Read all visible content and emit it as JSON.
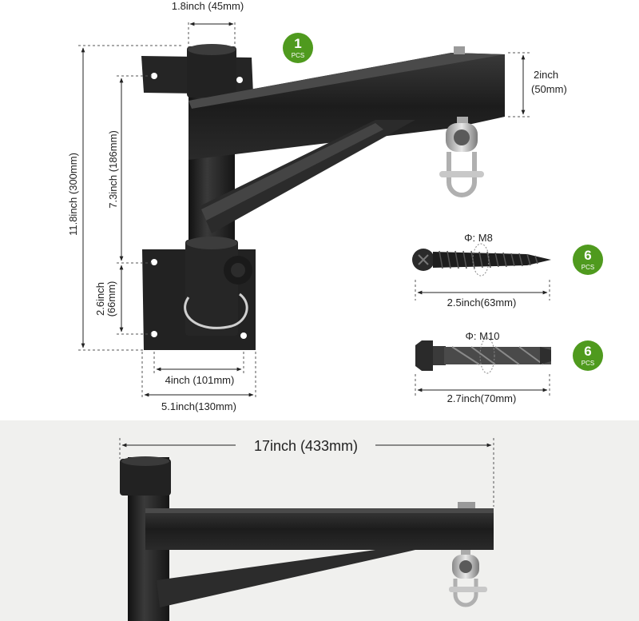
{
  "dimensions": {
    "top_width": "1.8inch (45mm)",
    "arm_height_line1": "2inch",
    "arm_height_line2": "(50mm)",
    "total_height": "11.8inch (300mm)",
    "inner_height": "7.3inch (186mm)",
    "plate_height_line1": "2.6inch",
    "plate_height_line2": "(66mm)",
    "plate_hole_width": "4inch (101mm)",
    "plate_width": "5.1inch(130mm)",
    "arm_length": "17inch (433mm)"
  },
  "screw": {
    "thread": "Φ: M8",
    "length": "2.5inch(63mm)"
  },
  "anchor": {
    "thread": "Φ: M10",
    "length": "2.7inch(70mm)"
  },
  "badges": {
    "bracket": {
      "count": "1",
      "unit": "PCS"
    },
    "screws": {
      "count": "6",
      "unit": "PCS"
    },
    "anchors": {
      "count": "6",
      "unit": "PCS"
    }
  },
  "colors": {
    "badge_green": "#4f9a1e",
    "metal_black": "#1e1e1e",
    "bottom_background": "#f0f0ee"
  }
}
